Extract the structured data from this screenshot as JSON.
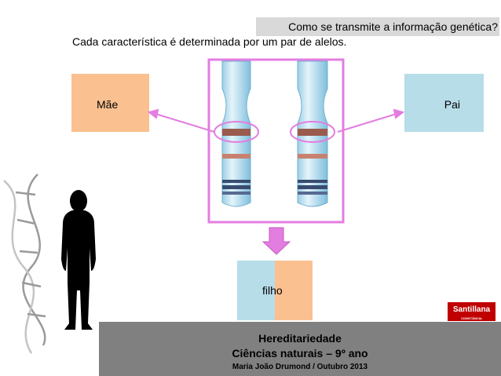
{
  "header": {
    "question": "Como se transmite a informação genética?",
    "subtitle": "Cada característica é determinada por um par de alelos."
  },
  "labels": {
    "mother": "Mãe",
    "father": "Pai",
    "child": "filho"
  },
  "footer": {
    "title": "Hereditariedade",
    "course": "Ciências naturais – 9º ano",
    "author": "Maria João Drumond / Outubro 2013"
  },
  "logo": {
    "name": "Santillana",
    "tagline": "CONSTÂNCIA"
  },
  "colors": {
    "mother": "#fac090",
    "father": "#b7dde8",
    "highlight": "#e37de0",
    "footer": "#808080",
    "header": "#d9d9d9"
  }
}
